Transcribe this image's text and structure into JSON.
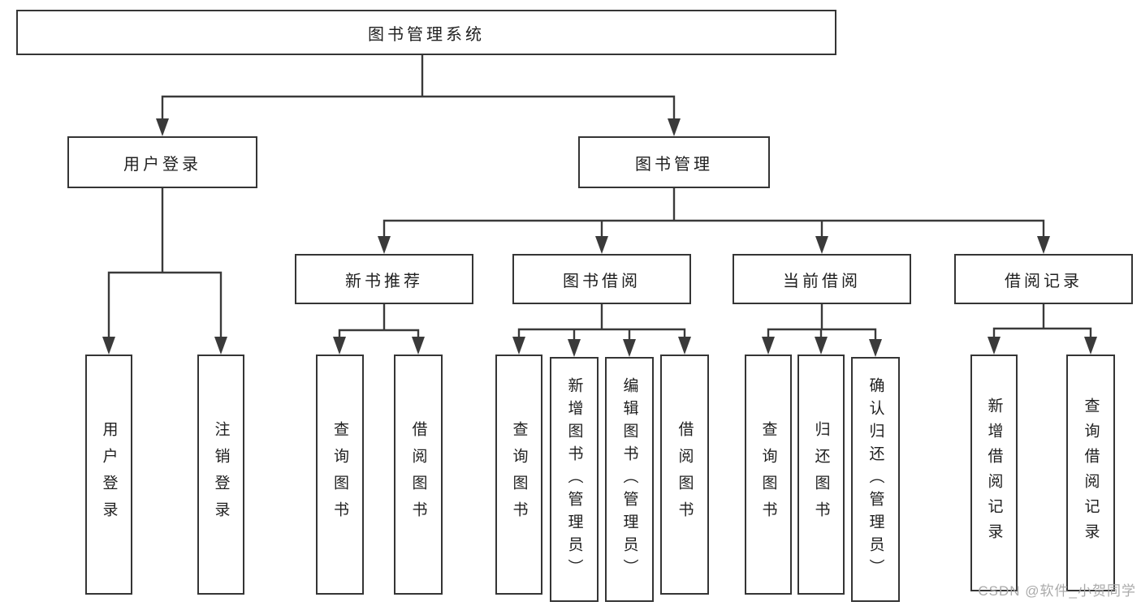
{
  "tree": {
    "root": "图书管理系统",
    "branches": [
      {
        "label": "用户登录",
        "children": [
          "用户登录",
          "注销登录"
        ]
      },
      {
        "label": "图书管理",
        "children": [
          {
            "label": "新书推荐",
            "children": [
              "查询图书",
              "借阅图书"
            ]
          },
          {
            "label": "图书借阅",
            "children": [
              "查询图书",
              "新增图书（管理员）",
              "编辑图书（管理员）",
              "借阅图书"
            ]
          },
          {
            "label": "当前借阅",
            "children": [
              "查询图书",
              "归还图书",
              "确认归还（管理员）"
            ]
          },
          {
            "label": "借阅记录",
            "children": [
              "新增借阅记录",
              "查询借阅记录"
            ]
          }
        ]
      }
    ]
  },
  "watermark": "CSDN @软件_小贺同学",
  "colors": {
    "line": "#3a3a3a",
    "box_border": "#353535",
    "text": "#1f1f1f",
    "watermark": "#a5a5a5",
    "background": "#ffffff"
  }
}
